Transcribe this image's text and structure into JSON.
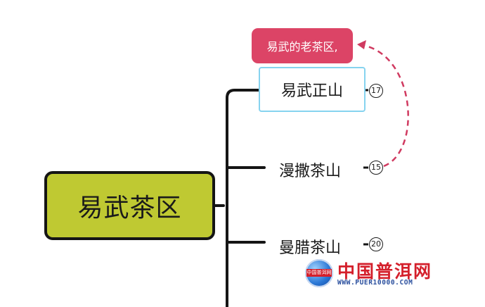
{
  "root": {
    "label": "易武茶区"
  },
  "branches": [
    {
      "label": "易武正山",
      "badge": "17",
      "selected": true
    },
    {
      "label": "漫撒茶山",
      "badge": "15",
      "selected": false
    },
    {
      "label": "曼腊茶山",
      "badge": "20",
      "selected": false
    }
  ],
  "callout": {
    "text": "易武的老茶区,"
  },
  "watermark": {
    "logo_text": "中国普洱网",
    "title": "中国普洱网",
    "url": "WWW.PUER10000.COM"
  },
  "colors": {
    "root_fill": "#bfc932",
    "connector": "#151515",
    "selection_border": "#86d3ef",
    "callout_fill": "#dc4466",
    "watermark_red": "#d41f2b"
  }
}
